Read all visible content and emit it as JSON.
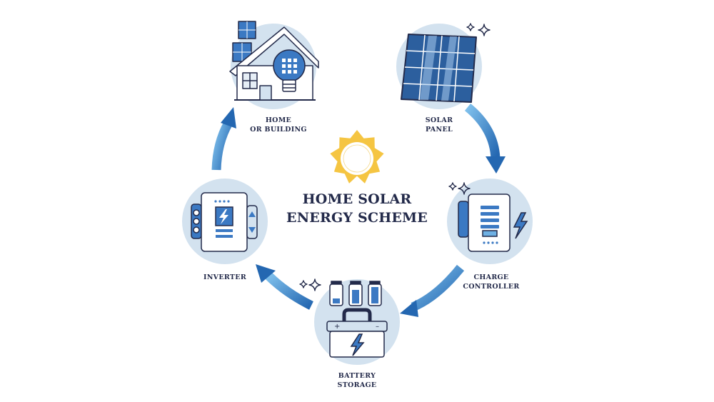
{
  "title": {
    "line1": "HOME SOLAR",
    "line2": "ENERGY SCHEME"
  },
  "nodes": {
    "home": {
      "line1": "HOME",
      "line2": "OR BUILDING",
      "icon": "house-with-bulb-icon"
    },
    "solar_panel": {
      "line1": "SOLAR",
      "line2": "PANEL",
      "icon": "solar-panel-icon"
    },
    "charge_controller": {
      "line1": "CHARGE",
      "line2": "CONTROLLER",
      "icon": "charge-controller-icon"
    },
    "battery": {
      "line1": "BATTERY",
      "line2": "STORAGE",
      "icon": "battery-icon"
    },
    "inverter": {
      "line1": "INVERTER",
      "icon": "inverter-icon"
    }
  },
  "center_icon": "sun-icon",
  "colors": {
    "navy": "#232a4a",
    "circle": "#d3e2ef",
    "blue": "#2a73bd",
    "light_blue": "#6fb1e4",
    "sun": "#f5c542"
  }
}
